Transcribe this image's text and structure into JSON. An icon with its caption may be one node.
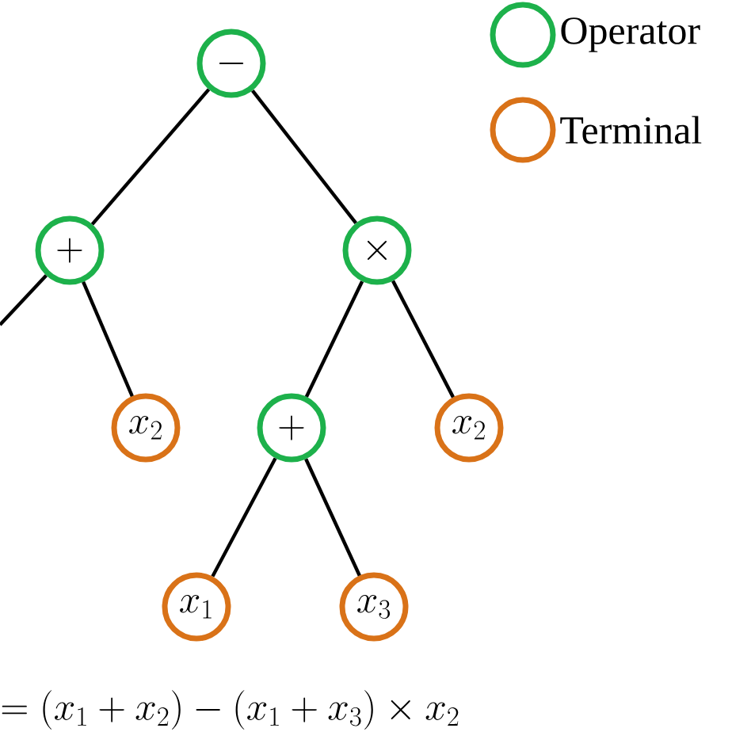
{
  "diagram": {
    "nodes": [
      {
        "text": [
          "-"
        ]
      },
      {
        "text": [
          "+"
        ]
      },
      {
        "text": [
          "\\times"
        ]
      },
      {
        "text": [
          "x_2"
        ]
      },
      {
        "text": [
          "+"
        ]
      },
      {
        "text": [
          "x_2"
        ]
      },
      {
        "text": [
          "x_1"
        ]
      },
      {
        "text": [
          "x_3"
        ]
      }
    ],
    "edges": [
      {
        "from": 0,
        "to": 1,
        "arrow": "none"
      },
      {
        "from": 0,
        "to": 2,
        "arrow": "none"
      },
      {
        "from": 1,
        "to": null,
        "arrow": "none"
      },
      {
        "from": 1,
        "to": 3,
        "arrow": "none"
      },
      {
        "from": 2,
        "to": 4,
        "arrow": "none"
      },
      {
        "from": 2,
        "to": 5,
        "arrow": "none"
      },
      {
        "from": 4,
        "to": 6,
        "arrow": "none"
      },
      {
        "from": 4,
        "to": 7,
        "arrow": "none"
      }
    ],
    "labels": [
      "= (x_1 + x_2) - (x_1 + x_3) \\times x_2"
    ],
    "legend": [
      {
        "text": "Operator",
        "color": "#1db14b"
      },
      {
        "text": "Terminal",
        "color": "#d97218"
      }
    ]
  }
}
